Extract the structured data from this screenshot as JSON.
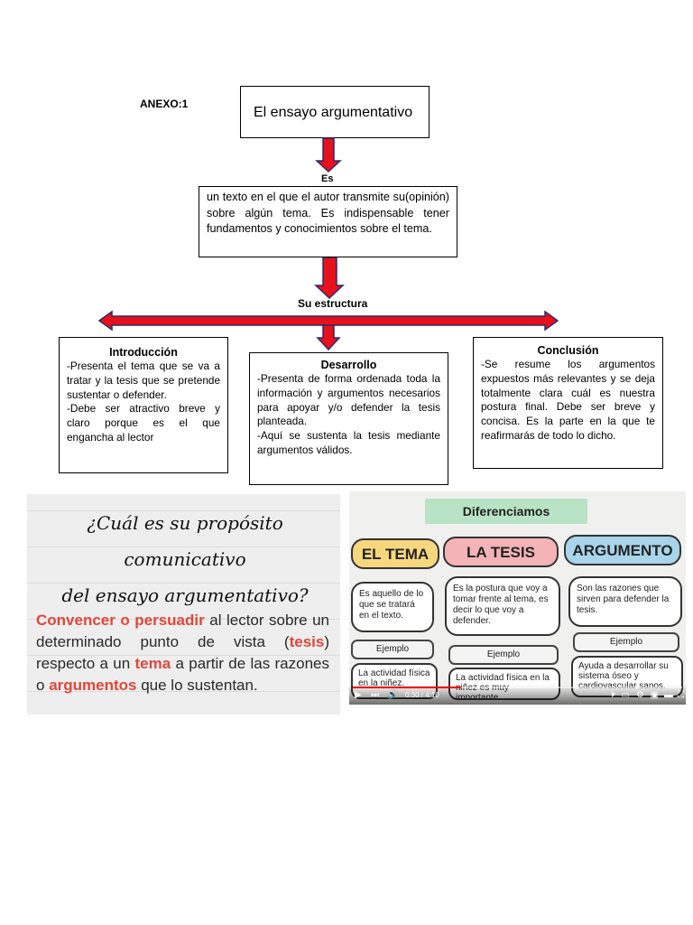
{
  "annex": "ANEXO:1",
  "map": {
    "title": "El ensayo argumentativo",
    "es_label": "Es",
    "definition": "un texto en el que el autor transmite su(opinión) sobre algún tema. Es indispensable tener fundamentos y conocimientos sobre el tema.",
    "structure_label": "Su estructura",
    "intro": {
      "title": "Introducción",
      "body": "-Presenta el tema que se va a tratar y la tesis que se pretende sustentar o defender.\n-Debe ser atractivo breve y claro porque es el que engancha al lector"
    },
    "desarrollo": {
      "title": "Desarrollo",
      "body": "-Presenta de forma ordenada toda la información y argumentos necesarios para apoyar y/o defender la tesis planteada.\n-Aquí se sustenta la tesis mediante argumentos válidos."
    },
    "conclusion": {
      "title": "Conclusión",
      "body": "-Se resume los argumentos expuestos más relevantes y se deja totalmente clara cuál es nuestra postura final. Debe ser breve y concisa. Es la parte en la que te reafirmarás de todo lo dicho."
    },
    "colors": {
      "arrow": "#e8101a",
      "arrow_border": "#2b2b6e"
    }
  },
  "left_image": {
    "question_line1": "¿Cuál es su propósito comunicativo",
    "question_line2": "del ensayo argumentativo?",
    "p_red1": "Convencer o persuadir",
    "p_1": " al lector sobre un determinado punto de vista (",
    "p_tesis": "tesis",
    "p_2": ") respecto a un ",
    "p_tema": "tema",
    "p_3": " a partir de las razones o ",
    "p_argumentos": "argumentos",
    "p_4": " que lo sustentan."
  },
  "right_image": {
    "banner": "Diferenciamos",
    "headers": {
      "tema": "EL TEMA",
      "tesis": "LA TESIS",
      "argumento": "ARGUMENTO"
    },
    "cards": {
      "tema": "Es aquello de lo que se tratará en el texto.",
      "tesis": "Es la postura que voy a tomar frente al tema, es decir lo que voy a defender.",
      "argumento": "Son las razones que sirven para defender la tesis."
    },
    "ejemplo": "Ejemplo",
    "examples": {
      "tema": "La actividad física en la niñez.",
      "tesis": "La actividad física en la niñez es muy importante.",
      "argumento": "Ayuda a desarrollar su sistema óseo y cardiovascular sanos."
    },
    "player": {
      "time": "0:30 / 4:10",
      "progress": 0.33
    }
  }
}
